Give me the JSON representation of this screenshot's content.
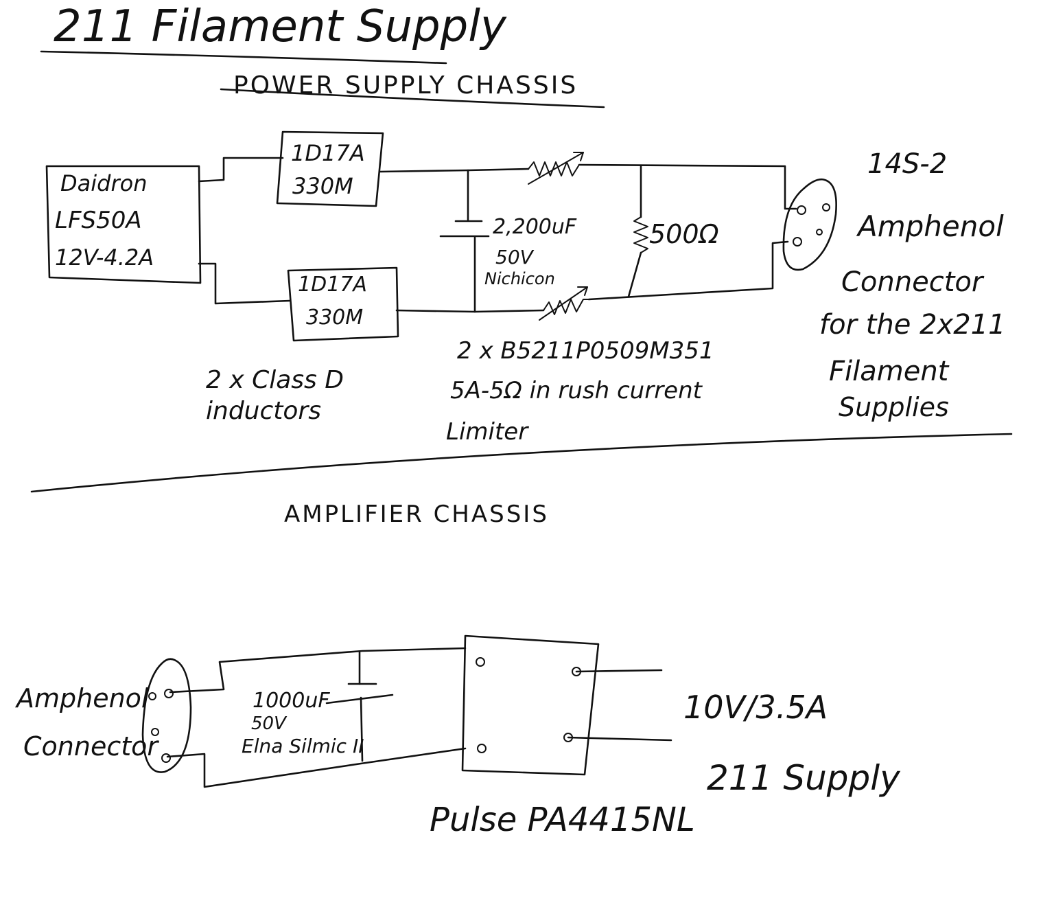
{
  "title": "211 Filament Supply",
  "power_section": {
    "heading": "POWER SUPPLY CHASSIS",
    "psu": {
      "line1": "Daidron",
      "line2": "LFS50A",
      "line3": "12V-4.2A"
    },
    "inductor_top": {
      "line1": "1D17A",
      "line2": "330M"
    },
    "inductor_bottom": {
      "line1": "1D17A",
      "line2": "330M"
    },
    "inductor_note": {
      "line1": "2 x Class D",
      "line2": "inductors"
    },
    "capacitor": {
      "line1": "2,200uF",
      "line2": "50V",
      "line3": "Nichicon"
    },
    "limiter_note": {
      "line1": "2 x B5211P0509M351",
      "line2": "5A-5Ω in rush current",
      "line3": "Limiter"
    },
    "resistor": "500Ω",
    "connector_note": {
      "line1": "14S-2",
      "line2": "Amphenol",
      "line3": "Connector",
      "line4": "for the 2x211",
      "line5": "Filament",
      "line6": "Supplies"
    }
  },
  "amp_section": {
    "heading": "AMPLIFIER CHASSIS",
    "connector_label": {
      "line1": "Amphenol",
      "line2": "Connector"
    },
    "capacitor": {
      "line1": "1000uF",
      "line2": "50V",
      "line3": "Elna Silmic II"
    },
    "converter": "Pulse PA4415NL",
    "output": {
      "line1": "10V/3.5A",
      "line2": "211 Supply"
    }
  }
}
